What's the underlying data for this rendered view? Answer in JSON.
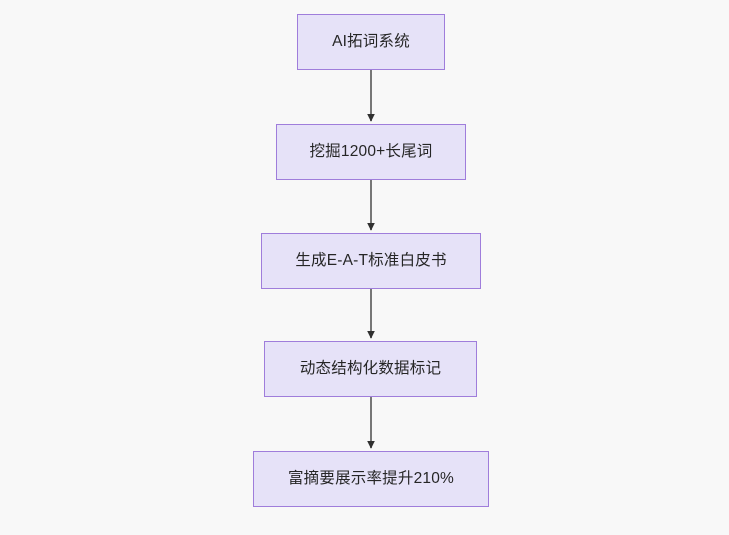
{
  "diagram": {
    "type": "flowchart",
    "orientation": "top-to-bottom",
    "background_color": "#f8f8f8",
    "node_fill_color": "#e6e2f8",
    "node_border_color": "#9f7ddb",
    "node_text_color": "#262626",
    "edge_color": "#707070",
    "arrowhead_color": "#303030",
    "nodes": [
      {
        "id": "n1",
        "label": "AI拓词系统",
        "shape": "rectangle"
      },
      {
        "id": "n2",
        "label": "挖掘1200+长尾词",
        "shape": "rectangle"
      },
      {
        "id": "n3",
        "label": "生成E-A-T标准白皮书",
        "shape": "rectangle"
      },
      {
        "id": "n4",
        "label": "动态结构化数据标记",
        "shape": "rectangle"
      },
      {
        "id": "n5",
        "label": "富摘要展示率提升210%",
        "shape": "rectangle"
      }
    ],
    "edges": [
      {
        "id": "e1",
        "from": "n1",
        "to": "n2",
        "label": "",
        "arrow": "down"
      },
      {
        "id": "e2",
        "from": "n2",
        "to": "n3",
        "label": "",
        "arrow": "down"
      },
      {
        "id": "e3",
        "from": "n3",
        "to": "n4",
        "label": "",
        "arrow": "down"
      },
      {
        "id": "e4",
        "from": "n4",
        "to": "n5",
        "label": "",
        "arrow": "down"
      }
    ]
  }
}
